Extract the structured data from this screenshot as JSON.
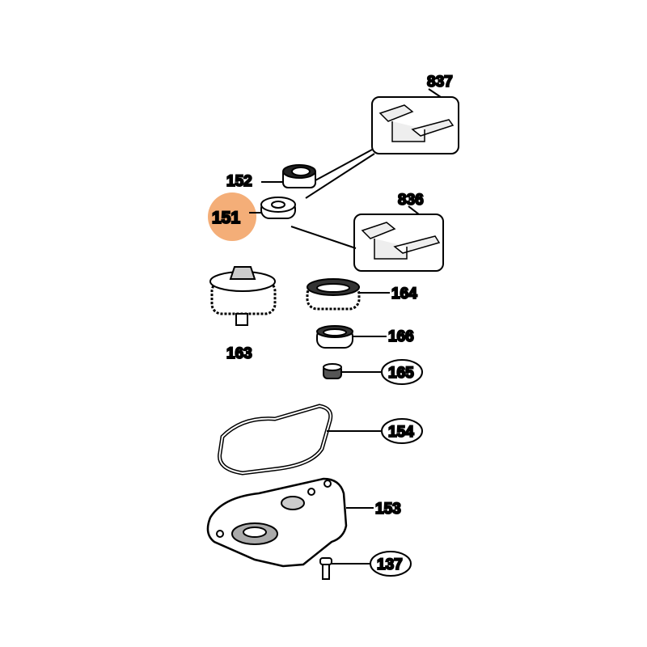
{
  "highlight_color": "#f4ae78",
  "parts": {
    "p837": "837",
    "p836": "836",
    "p152": "152",
    "p151": "151",
    "p163": "163",
    "p164": "164",
    "p166": "166",
    "p165": "165",
    "p154": "154",
    "p153": "153",
    "p137": "137"
  }
}
